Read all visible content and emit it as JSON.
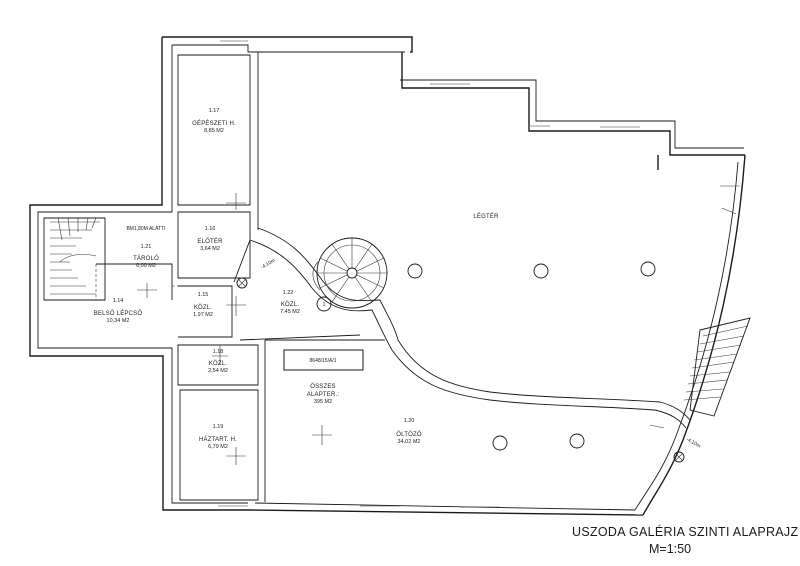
{
  "title": "USZODA GALÉRIA SZINTI ALAPRAJZ",
  "scale": "M=1:50",
  "rooms": [
    {
      "id": "1.17",
      "name": "GÉPÉSZETI H.",
      "area": "8,85 M2"
    },
    {
      "id": "1.16",
      "name": "ELŐTÉR",
      "area": "3,64 M2"
    },
    {
      "id": "1.21",
      "name": "TÁROLÓ",
      "area": "0,00 M2",
      "note": "BM1,80M ALATTI"
    },
    {
      "id": "1.14",
      "name": "BELSŐ LÉPCSŐ",
      "area": "10,34 M2"
    },
    {
      "id": "1.15",
      "name": "KÖZL.",
      "area": "1,97 M2"
    },
    {
      "id": "1.22",
      "name": "KÖZL.",
      "area": "7,45 M2"
    },
    {
      "id": "1.18",
      "name": "KÖZL.",
      "area": "2,54 M2"
    },
    {
      "id": "1.19",
      "name": "HÁZTART. H.",
      "area": "6,79 M2"
    },
    {
      "id": "1.20",
      "name": "ÖLTÖZŐ",
      "area": "34,02 M2"
    }
  ],
  "legter": "LÉGTÉR",
  "parcel": "8648/15/A/1",
  "total": {
    "l1": "ÖSSZES",
    "l2": "ALAPTER.:",
    "l3": "395 M2"
  },
  "level_marker": "1",
  "elev1": "-4.10m",
  "elev2": "-4.10m"
}
